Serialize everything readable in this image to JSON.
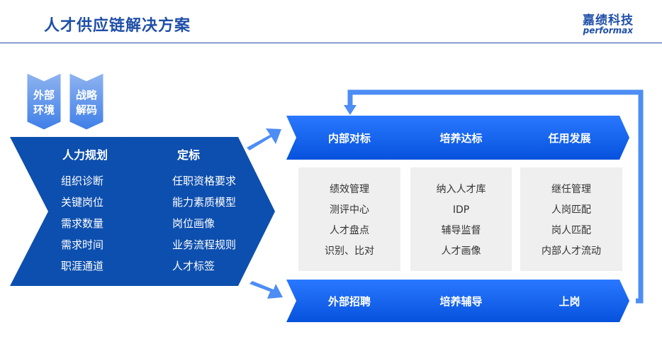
{
  "header": {
    "title": "人才供应链解决方案",
    "logo_cn": "嘉绩科技",
    "logo_en": "performax"
  },
  "inputs": {
    "external_line1": "外部",
    "external_line2": "环境",
    "strategy_line1": "战略",
    "strategy_line2": "解码"
  },
  "planning": {
    "title": "人力规划",
    "items": [
      "组织诊断",
      "关键岗位",
      "需求数量",
      "需求时间",
      "职涯通道"
    ]
  },
  "standard": {
    "title": "定标",
    "items": [
      "任职资格要求",
      "能力素质模型",
      "岗位画像",
      "业务流程规则",
      "人才标签"
    ]
  },
  "top_row": [
    "内部对标",
    "培养达标",
    "任用发展"
  ],
  "bottom_row": [
    "外部招聘",
    "培养辅导",
    "上岗"
  ],
  "middle_boxes": [
    [
      "绩效管理",
      "测评中心",
      "人才盘点",
      "识别、比对"
    ],
    [
      "纳入人才库",
      "IDP",
      "辅导监督",
      "人才画像"
    ],
    [
      "继任管理",
      "人岗匹配",
      "岗人匹配",
      "内部人才流动"
    ]
  ],
  "colors": {
    "dark_blue": "#0d4fae",
    "bright_blue": "#0a5ff0",
    "light_blue": "#4d8df5",
    "gray_box": "#efefef"
  }
}
